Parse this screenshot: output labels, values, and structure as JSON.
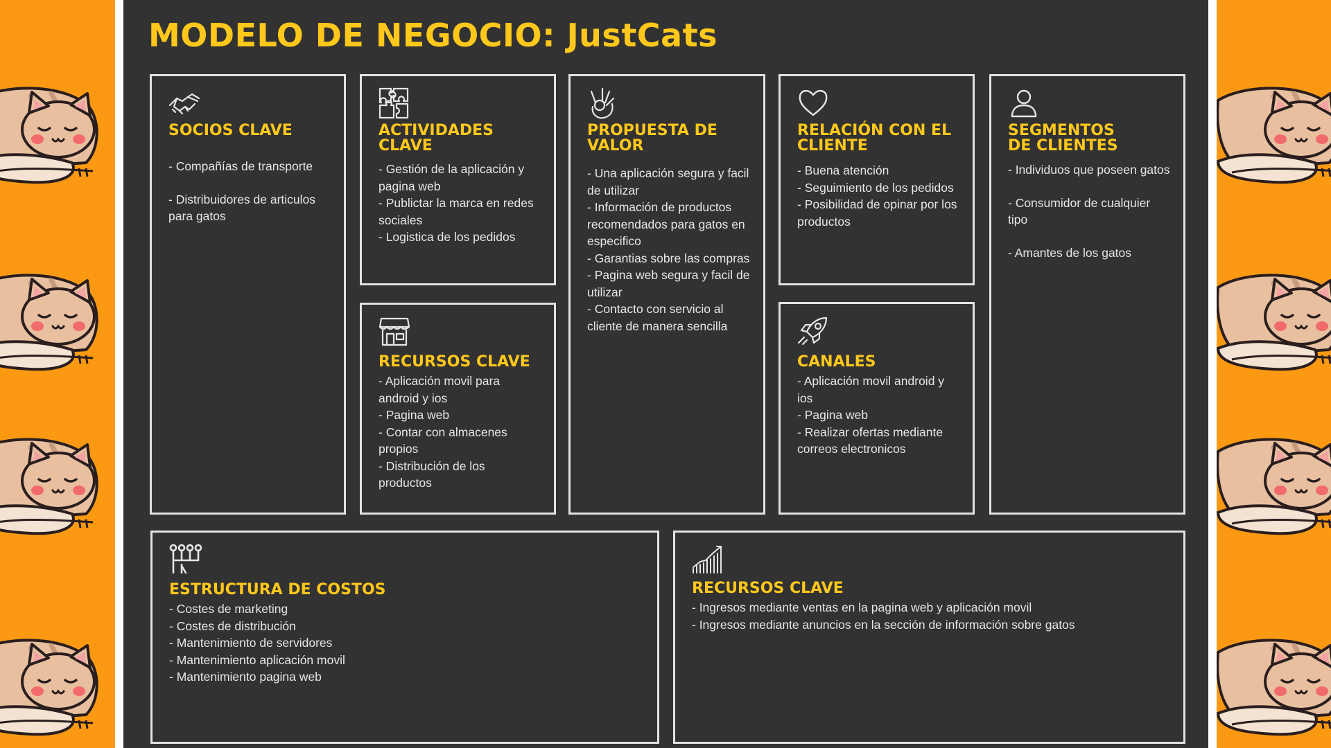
{
  "title": "MODELO DE NEGOCIO: JustCats",
  "blocks": {
    "socios": {
      "heading": "SOCIOS CLAVE",
      "icon": "handshake-icon",
      "items": [
        "- Compañías de transporte",
        "- Distribuidores de articulos para gatos"
      ]
    },
    "actividades": {
      "heading": "ACTIVIDADES CLAVE",
      "icon": "puzzle-icon",
      "items": [
        "- Gestión de la aplicación y pagina web",
        "- Publictar la marca en redes sociales",
        "- Logistica de los pedidos"
      ]
    },
    "recursos": {
      "heading": "RECURSOS CLAVE",
      "icon": "store-icon",
      "items": [
        "- Aplicación movil para android y ios",
        "- Pagina web",
        "- Contar con almacenes propios",
        "- Distribución de los productos"
      ]
    },
    "propuesta": {
      "heading": "PROPUESTA DE VALOR",
      "icon": "ok-hand-icon",
      "items": [
        "- Una aplicación segura y facil de utilizar",
        "- Información de productos recomendados para gatos en especifico",
        "- Garantias sobre las compras",
        "- Pagina web segura y facil de utilizar",
        "- Contacto con servicio al cliente de manera sencilla"
      ]
    },
    "relacion": {
      "heading": "RELACIÓN CON EL CLIENTE",
      "icon": "heart-icon",
      "items": [
        "- Buena atención",
        "- Seguimiento de los pedidos",
        "- Posibilidad de opinar por los productos"
      ]
    },
    "canales": {
      "heading": "CANALES",
      "icon": "rocket-icon",
      "items": [
        "- Aplicación movil android y ios",
        "- Pagina web",
        "- Realizar ofertas mediante correos electronicos"
      ]
    },
    "segmentos": {
      "heading": "SEGMENTOS DE CLIENTES",
      "icon": "person-icon",
      "items": [
        "- Individuos que poseen gatos",
        "- Consumidor de cualquier tipo",
        "- Amantes de los gatos"
      ]
    },
    "costos": {
      "heading": "ESTRUCTURA DE COSTOS",
      "icon": "structure-icon",
      "items": [
        "- Costes de marketing",
        "- Costes de distribución",
        "- Mantenimiento de servidores",
        "- Mantenimiento aplicación movil",
        "- Mantenimiento pagina web"
      ]
    },
    "ingresos": {
      "heading": "RECURSOS CLAVE",
      "icon": "growth-chart-icon",
      "items": [
        "- Ingresos mediante ventas en la pagina web y aplicación movil",
        "- Ingresos mediante anuncios en la sección de información sobre gatos"
      ]
    }
  },
  "colors": {
    "accent": "#ffc81b",
    "board": "#323232",
    "side": "#fb9a12",
    "border": "#e2e2e2"
  },
  "decoration": "sleeping-cat-icon"
}
